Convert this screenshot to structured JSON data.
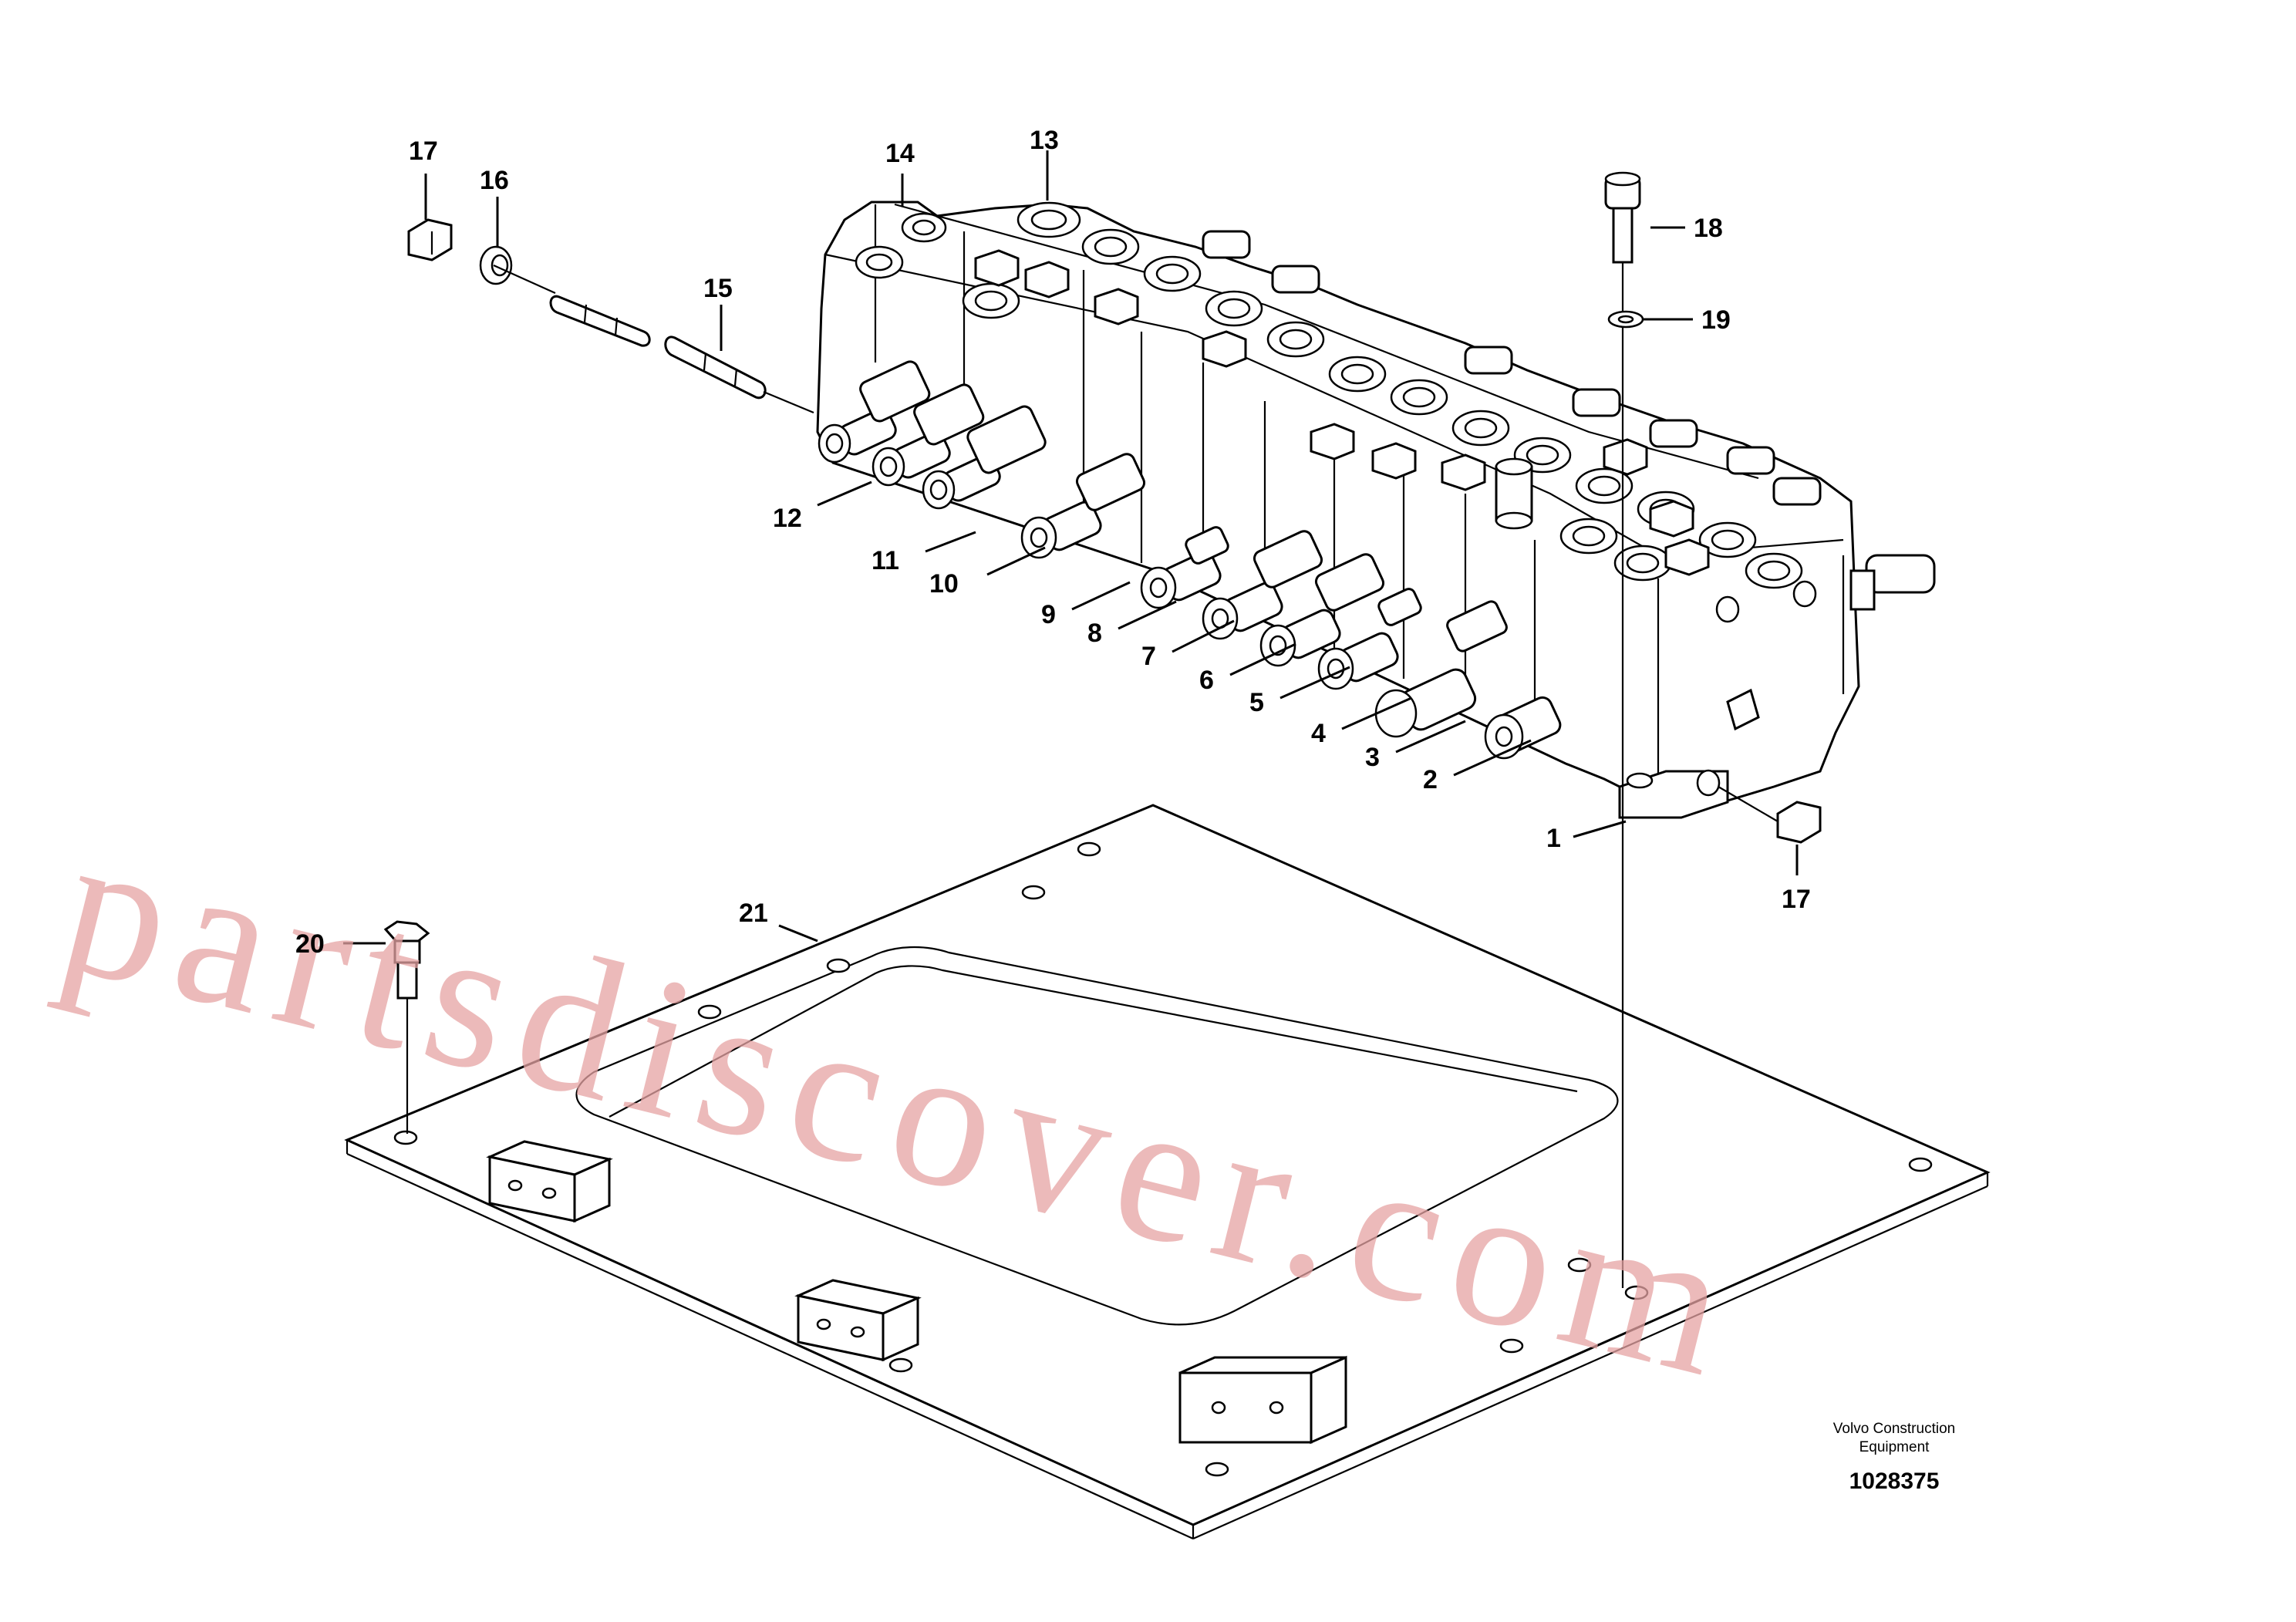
{
  "callouts": [
    {
      "label": "1"
    },
    {
      "label": "2"
    },
    {
      "label": "3"
    },
    {
      "label": "4"
    },
    {
      "label": "5"
    },
    {
      "label": "6"
    },
    {
      "label": "7"
    },
    {
      "label": "8"
    },
    {
      "label": "9"
    },
    {
      "label": "10"
    },
    {
      "label": "11"
    },
    {
      "label": "12"
    },
    {
      "label": "13"
    },
    {
      "label": "14"
    },
    {
      "label": "15"
    },
    {
      "label": "16"
    },
    {
      "label": "17"
    },
    {
      "label": "17"
    },
    {
      "label": "18"
    },
    {
      "label": "19"
    },
    {
      "label": "20"
    },
    {
      "label": "21"
    }
  ],
  "credit": {
    "line1": "Volvo Construction",
    "line2": "Equipment"
  },
  "part_number": "1028375",
  "watermark": "partsdiscover.com",
  "colors": {
    "line": "#000000",
    "watermark": "#e6a3a3",
    "background": "#ffffff"
  }
}
